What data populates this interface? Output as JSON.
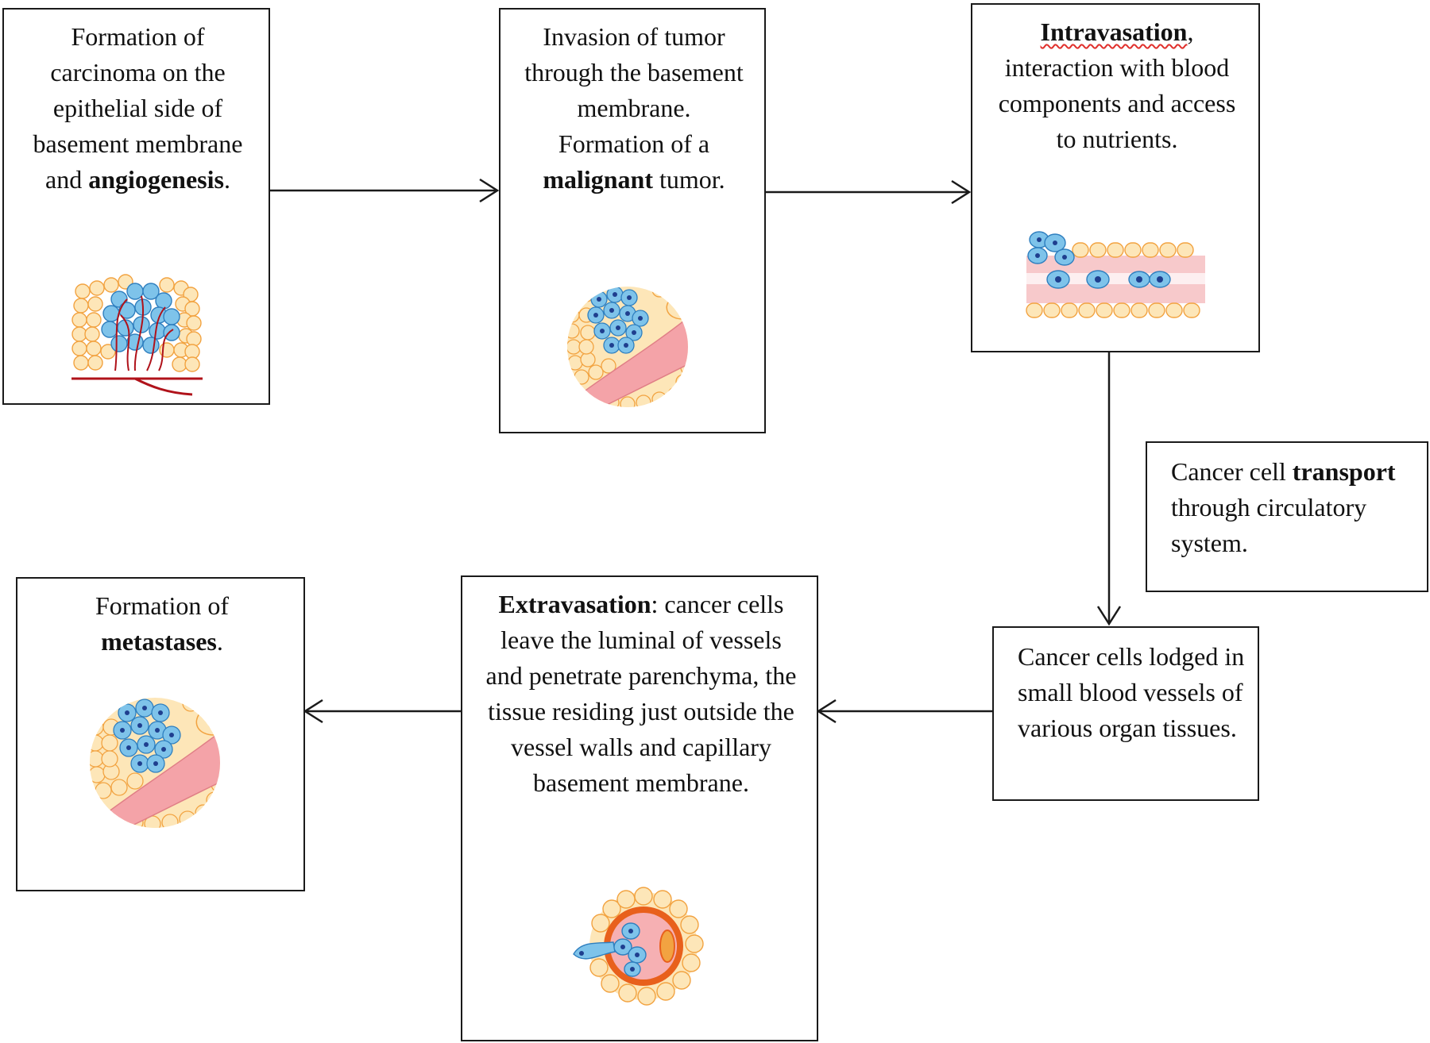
{
  "steps": {
    "formation": {
      "text_a": "Formation of carcinoma on the epithelial side of basement membrane and ",
      "bold": "angiogenesis",
      "text_b": ".",
      "icon": "tumor-angiogenesis-icon"
    },
    "invasion": {
      "text_a": "Invasion of tumor through the basement membrane. Formation of a ",
      "bold": "malignant",
      "text_b": " tumor.",
      "icon": "tumor-invasion-icon"
    },
    "intravasation": {
      "bold": "Intravasation",
      "text_b": ", interaction with blood components and access to nutrients.",
      "icon": "blood-vessel-cells-icon"
    },
    "transport": {
      "text_a": "Cancer cell ",
      "bold": "transport",
      "text_b": " through circulatory system."
    },
    "lodged": {
      "text": "Cancer cells lodged in small blood vessels of various organ tissues."
    },
    "extravasation": {
      "bold": "Extravasation",
      "text_b": ": cancer cells leave the luminal of vessels and penetrate parenchyma, the tissue residing just outside the vessel walls and capillary basement membrane.",
      "icon": "vessel-cross-section-icon"
    },
    "metastases": {
      "text_a": "Formation of ",
      "bold": "metastases",
      "text_b": ".",
      "icon": "metastasis-icon"
    }
  },
  "colors": {
    "border": "#1a1a1a",
    "cell_fill": "#fde6b8",
    "cell_outline": "#f2a341",
    "tumor_fill": "#7ec3ea",
    "tumor_outline": "#2f7fbf",
    "nucleus": "#1f3f8f",
    "vessel": "#f4a3a8",
    "artery": "#b0121a",
    "wavy_underline": "#e0302c"
  }
}
